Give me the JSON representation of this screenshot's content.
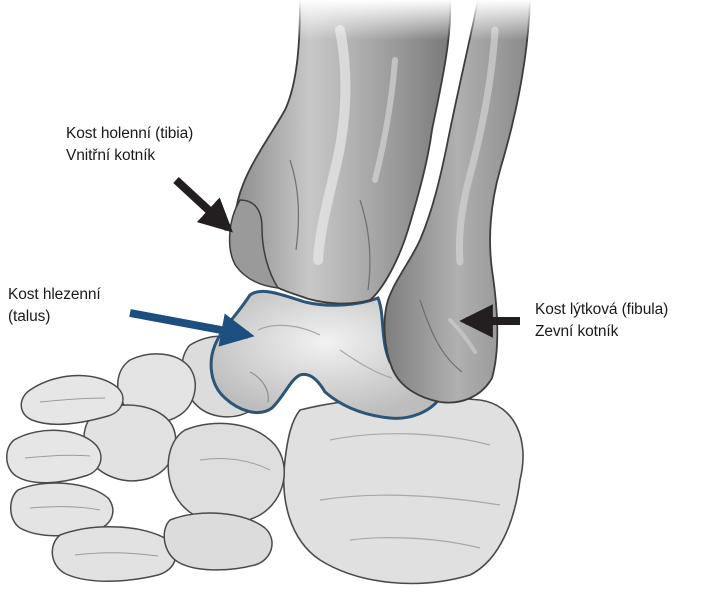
{
  "labels": {
    "tibia": {
      "line1": "Kost holenní (tibia)",
      "line2": "Vnitřní kotník"
    },
    "talus": {
      "line1": "Kost hlezenní",
      "line2": "(talus)"
    },
    "fibula": {
      "line1": "Kost lýtková (fibula)",
      "line2": "Zevní kotník"
    }
  },
  "colors": {
    "background": "#ffffff",
    "bone_light": "#e6e6e6",
    "bone_mid": "#b4b4b4",
    "bone_dark": "#7a7a7a",
    "outline": "#3c3c3c",
    "talus_outline": "#2c5578",
    "talus_arrow": "#1d4e80",
    "black_arrow": "#231f20",
    "text": "#1a1a1a"
  }
}
